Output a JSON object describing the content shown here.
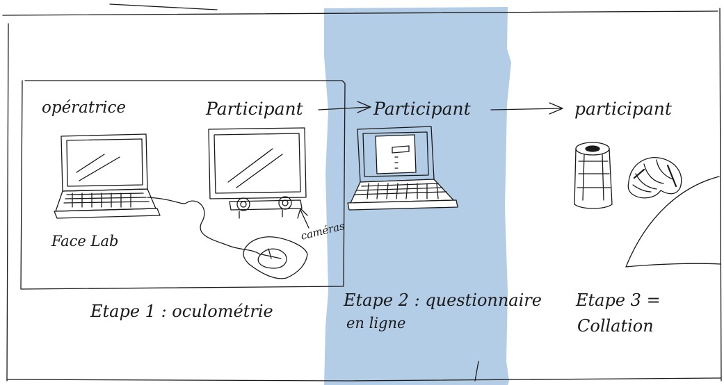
{
  "labels": {
    "operatrice": "opératrice",
    "participant_1": "Participant",
    "participant_2": "Participant",
    "participant_3": "participant",
    "facelab": "Face Lab",
    "cameras": "caméras",
    "step1": "Etape 1 : oculométrie",
    "step2_line1": "Etape 2 : questionnaire",
    "step2_line2": "en ligne",
    "step3_line1": "Etape 3 =",
    "step3_line2": "Collation"
  },
  "icons": {
    "operator_laptop": "laptop-icon",
    "participant_monitor": "monitor-icon",
    "cameras": "camera-icon",
    "mouse": "mouse-icon",
    "questionnaire_laptop": "laptop-icon",
    "drink_can": "can-icon",
    "croissant": "croissant-icon",
    "table": "table-icon"
  },
  "colors": {
    "stage2_band": "#b3cde6",
    "ink": "#1a1a1a"
  }
}
